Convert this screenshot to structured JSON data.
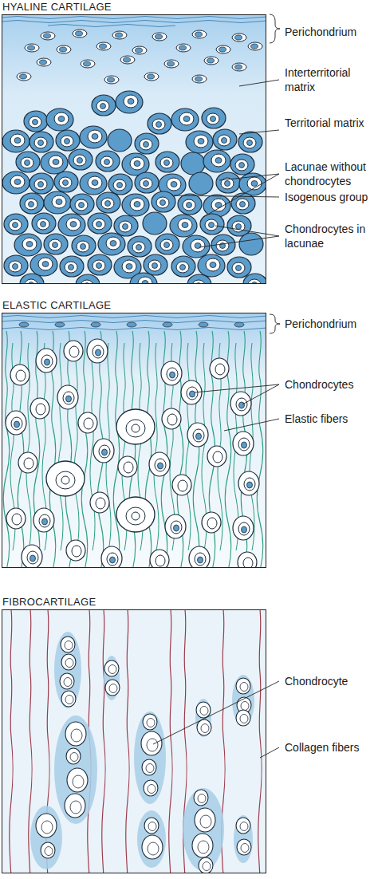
{
  "diagram": {
    "nodes": [
      {
        "text": [
          "HYALINE CARTILAGE"
        ]
      },
      {
        "text": [
          "ELASTIC CARTILAGE"
        ]
      },
      {
        "text": [
          "FIBROCARTILAGE"
        ]
      }
    ],
    "edges": [],
    "labels": [
      "Perichondrium",
      "Interterritorial matrix",
      "Territorial matrix",
      "Lacunae without chondrocytes",
      "Isogenous group",
      "Chondrocytes in lacunae",
      "Perichondrium",
      "Chondrocytes",
      "Elastic fibers",
      "Chondrocyte",
      "Collagen fibers"
    ]
  }
}
